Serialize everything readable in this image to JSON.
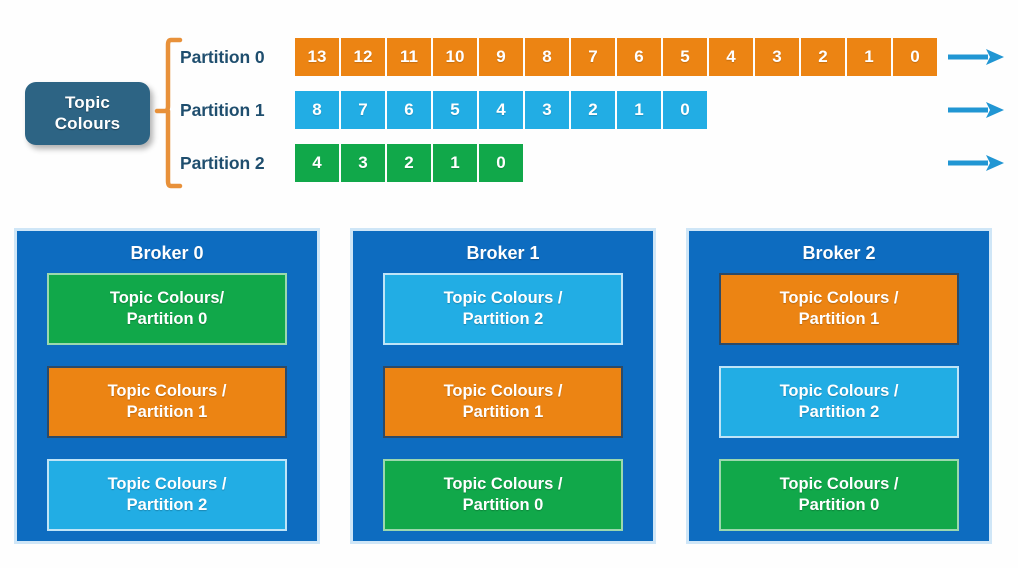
{
  "topic": {
    "line1": "Topic",
    "line2": "Colours"
  },
  "partitions": [
    {
      "label": "Partition 0",
      "color": "#ec8413",
      "color_name": "orange",
      "offsets": [
        13,
        12,
        11,
        10,
        9,
        8,
        7,
        6,
        5,
        4,
        3,
        2,
        1,
        0
      ]
    },
    {
      "label": "Partition 1",
      "color": "#22ade4",
      "color_name": "blue",
      "offsets": [
        8,
        7,
        6,
        5,
        4,
        3,
        2,
        1,
        0
      ]
    },
    {
      "label": "Partition 2",
      "color": "#11a84a",
      "color_name": "green",
      "offsets": [
        4,
        3,
        2,
        1,
        0
      ]
    }
  ],
  "arrows": {
    "count": 3,
    "color": "#2196d3",
    "direction": "right"
  },
  "bracket": {
    "color": "#e8913a"
  },
  "brokers": [
    {
      "title": "Broker 0",
      "replicas": [
        {
          "line1": "Topic Colours/",
          "line2": "Partition 0",
          "color": "#11a84a",
          "color_name": "green"
        },
        {
          "line1": "Topic Colours /",
          "line2": "Partition 1",
          "color": "#ec8413",
          "color_name": "orange"
        },
        {
          "line1": "Topic Colours /",
          "line2": "Partition 2",
          "color": "#22ade4",
          "color_name": "blue"
        }
      ]
    },
    {
      "title": "Broker 1",
      "replicas": [
        {
          "line1": "Topic Colours /",
          "line2": "Partition 2",
          "color": "#22ade4",
          "color_name": "blue"
        },
        {
          "line1": "Topic Colours /",
          "line2": "Partition 1",
          "color": "#ec8413",
          "color_name": "orange"
        },
        {
          "line1": "Topic Colours /",
          "line2": "Partition 0",
          "color": "#11a84a",
          "color_name": "green"
        }
      ]
    },
    {
      "title": "Broker 2",
      "replicas": [
        {
          "line1": "Topic Colours /",
          "line2": "Partition 1",
          "color": "#ec8413",
          "color_name": "orange"
        },
        {
          "line1": "Topic Colours /",
          "line2": "Partition 2",
          "color": "#22ade4",
          "color_name": "blue"
        },
        {
          "line1": "Topic Colours /",
          "line2": "Partition 0",
          "color": "#11a84a",
          "color_name": "green"
        }
      ]
    }
  ],
  "palette": {
    "orange": "#ec8413",
    "blue": "#22ade4",
    "green": "#11a84a",
    "broker_blue": "#0d6cc0",
    "topic_box": "#2d6484",
    "label_text": "#1f4e6e",
    "arrow_blue": "#2196d3",
    "bracket_orange": "#e8913a"
  }
}
